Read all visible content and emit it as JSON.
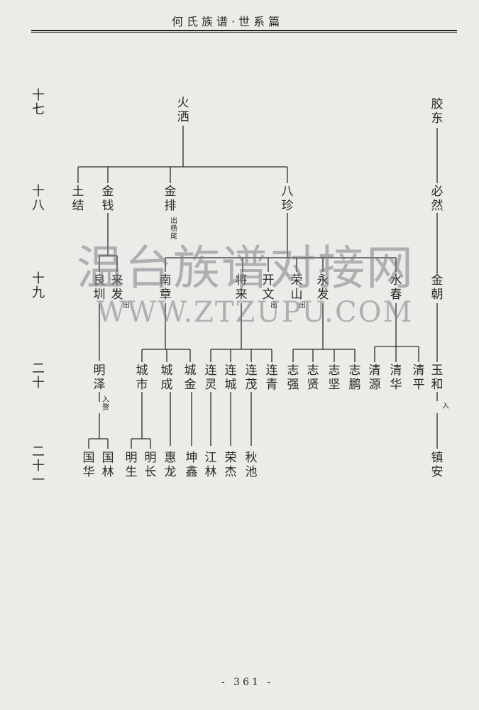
{
  "header": {
    "title": "何氏族谱·世系篇"
  },
  "generations": [
    "十七",
    "十八",
    "十九",
    "二十",
    "二十一"
  ],
  "gen17": {
    "huoxi": "火洒",
    "jiaodong": "胶东"
  },
  "gen18": {
    "tujie": "土结",
    "jinqian": "金钱",
    "jinpai": "金排",
    "jinpai_note": "出杨尾",
    "bazhen": "八珍",
    "biran": "必然"
  },
  "gen19": {
    "liangzhao": "良圳",
    "laifa": "来发",
    "laifa_note": "出",
    "nanzhang": "南章",
    "jianglai": "将来",
    "kaiwen": "开文",
    "kaiwen_note": "出",
    "rongshan": "荣山",
    "rongshan_note": "出",
    "yongfa": "永发",
    "shuichun": "水春",
    "jinchao": "金朝"
  },
  "gen20": {
    "mingze": "明泽",
    "mingze_note": "入赘",
    "chengshi": "城市",
    "chengcheng": "城成",
    "chengjin": "城金",
    "lianling": "连灵",
    "liancheng": "连城",
    "lianmao": "连茂",
    "lianqing": "连青",
    "zhiqiang": "志强",
    "zhixian": "志贤",
    "zhijian": "志坚",
    "zhipeng": "志鹏",
    "qingyuan": "清源",
    "qinghua": "清华",
    "qingping": "清平",
    "yuhe": "玉和",
    "yuhe_note": "入"
  },
  "gen21": {
    "guohua": "国华",
    "guolin": "国林",
    "mingsheng": "明生",
    "mingchang": "明长",
    "huilong": "惠龙",
    "kunxin": "坤鑫",
    "jianglin": "江林",
    "rongjie": "荣杰",
    "qiuchi": "秋池",
    "zhenan": "镇安"
  },
  "watermark": {
    "line1": "温台族谱对接网",
    "line2": "WWW.ZTZUPU.COM"
  },
  "footer": {
    "page_number": "- 361 -"
  }
}
